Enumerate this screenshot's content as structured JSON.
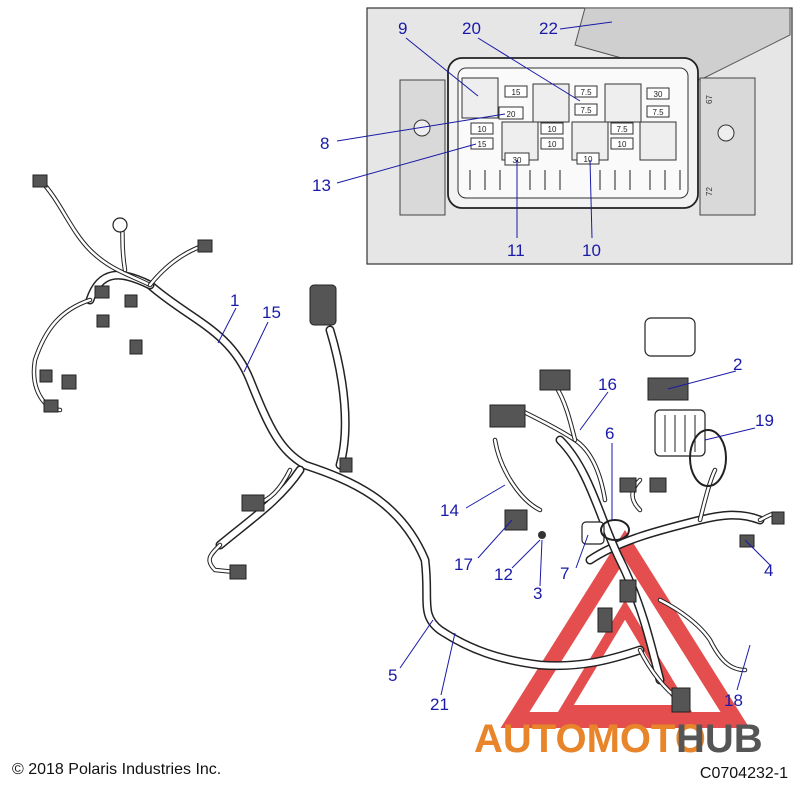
{
  "callouts": {
    "c1": "1",
    "c2": "2",
    "c3": "3",
    "c4": "4",
    "c5": "5",
    "c6": "6",
    "c7": "7",
    "c8": "8",
    "c9": "9",
    "c10": "10",
    "c11": "11",
    "c12": "12",
    "c13": "13",
    "c14": "14",
    "c15": "15",
    "c16": "16",
    "c17": "17",
    "c18": "18",
    "c19": "19",
    "c20": "20",
    "c21": "21",
    "c22": "22"
  },
  "fuse_box": {
    "fuses": {
      "f1": "15",
      "f2": "7.5",
      "f3": "30",
      "f4": "20",
      "f5": "7.5",
      "f6": "7.5",
      "f7": "10",
      "f8": "10",
      "f9": "7.5",
      "f10": "15",
      "f11": "10",
      "f12": "10",
      "f13": "30",
      "f14": "10"
    },
    "side_top": "67",
    "side_bottom": "72"
  },
  "watermark": {
    "part1": "AUTOMOTO",
    "part2": "HUB",
    "color1": "#e8852a",
    "color2": "#555555",
    "triangle_color": "#e03030"
  },
  "footer": {
    "copyright": "© 2018 Polaris Industries Inc.",
    "drawing_id": "C0704232-1"
  },
  "colors": {
    "callout": "#1a1aa8",
    "inset_background": "#e6e6e6"
  }
}
